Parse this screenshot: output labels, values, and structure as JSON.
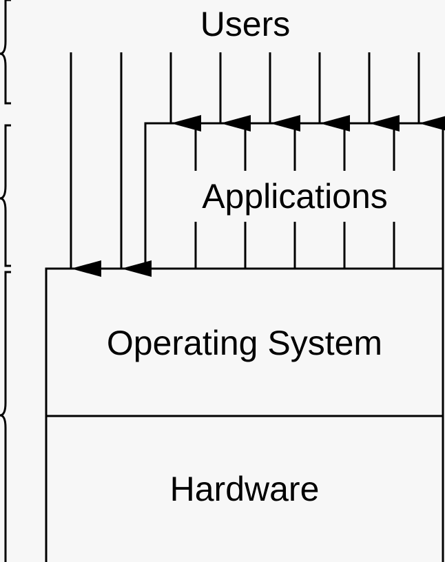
{
  "diagram": {
    "labels": {
      "users": "Users",
      "applications": "Applications",
      "operating_system": "Operating System",
      "hardware": "Hardware"
    },
    "colors": {
      "ink": "#000000",
      "box_fill": "#f7f7f7",
      "background": "#f7f7f7"
    }
  }
}
